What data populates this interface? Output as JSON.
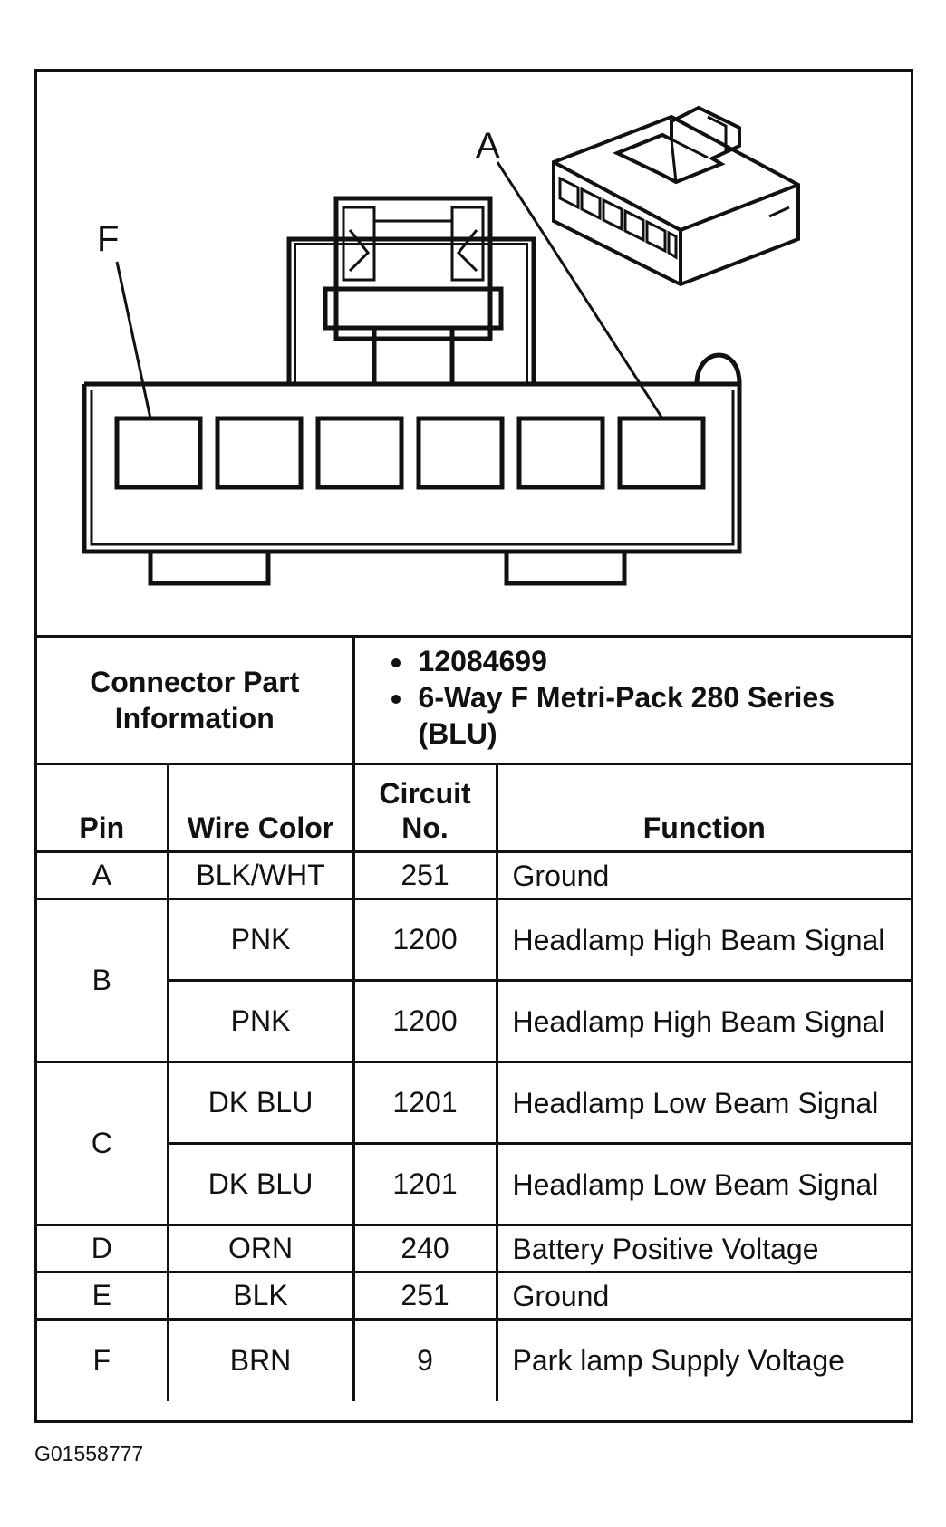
{
  "diagram": {
    "callout_left": "F",
    "callout_right": "A"
  },
  "info": {
    "label": "Connector Part Information",
    "items": [
      "12084699",
      "6-Way F Metri-Pack 280 Series (BLU)"
    ]
  },
  "columns": {
    "pin": "Pin",
    "wire_color": "Wire Color",
    "circuit": "Circuit No.",
    "function": "Function"
  },
  "rows": [
    {
      "pin": "A",
      "wire": "BLK/WHT",
      "circuit": "251",
      "function": "Ground"
    },
    {
      "pin": "B",
      "wire": "PNK",
      "circuit": "1200",
      "function": "Headlamp High Beam Signal"
    },
    {
      "pin": "",
      "wire": "PNK",
      "circuit": "1200",
      "function": "Headlamp High Beam Signal"
    },
    {
      "pin": "C",
      "wire": "DK BLU",
      "circuit": "1201",
      "function": "Headlamp Low Beam Signal"
    },
    {
      "pin": "",
      "wire": "DK BLU",
      "circuit": "1201",
      "function": "Headlamp Low Beam Signal"
    },
    {
      "pin": "D",
      "wire": "ORN",
      "circuit": "240",
      "function": "Battery Positive Voltage"
    },
    {
      "pin": "E",
      "wire": "BLK",
      "circuit": "251",
      "function": "Ground"
    },
    {
      "pin": "F",
      "wire": "BRN",
      "circuit": "9",
      "function": "Park lamp Supply Voltage"
    }
  ],
  "footer": {
    "code": "G01558777"
  }
}
